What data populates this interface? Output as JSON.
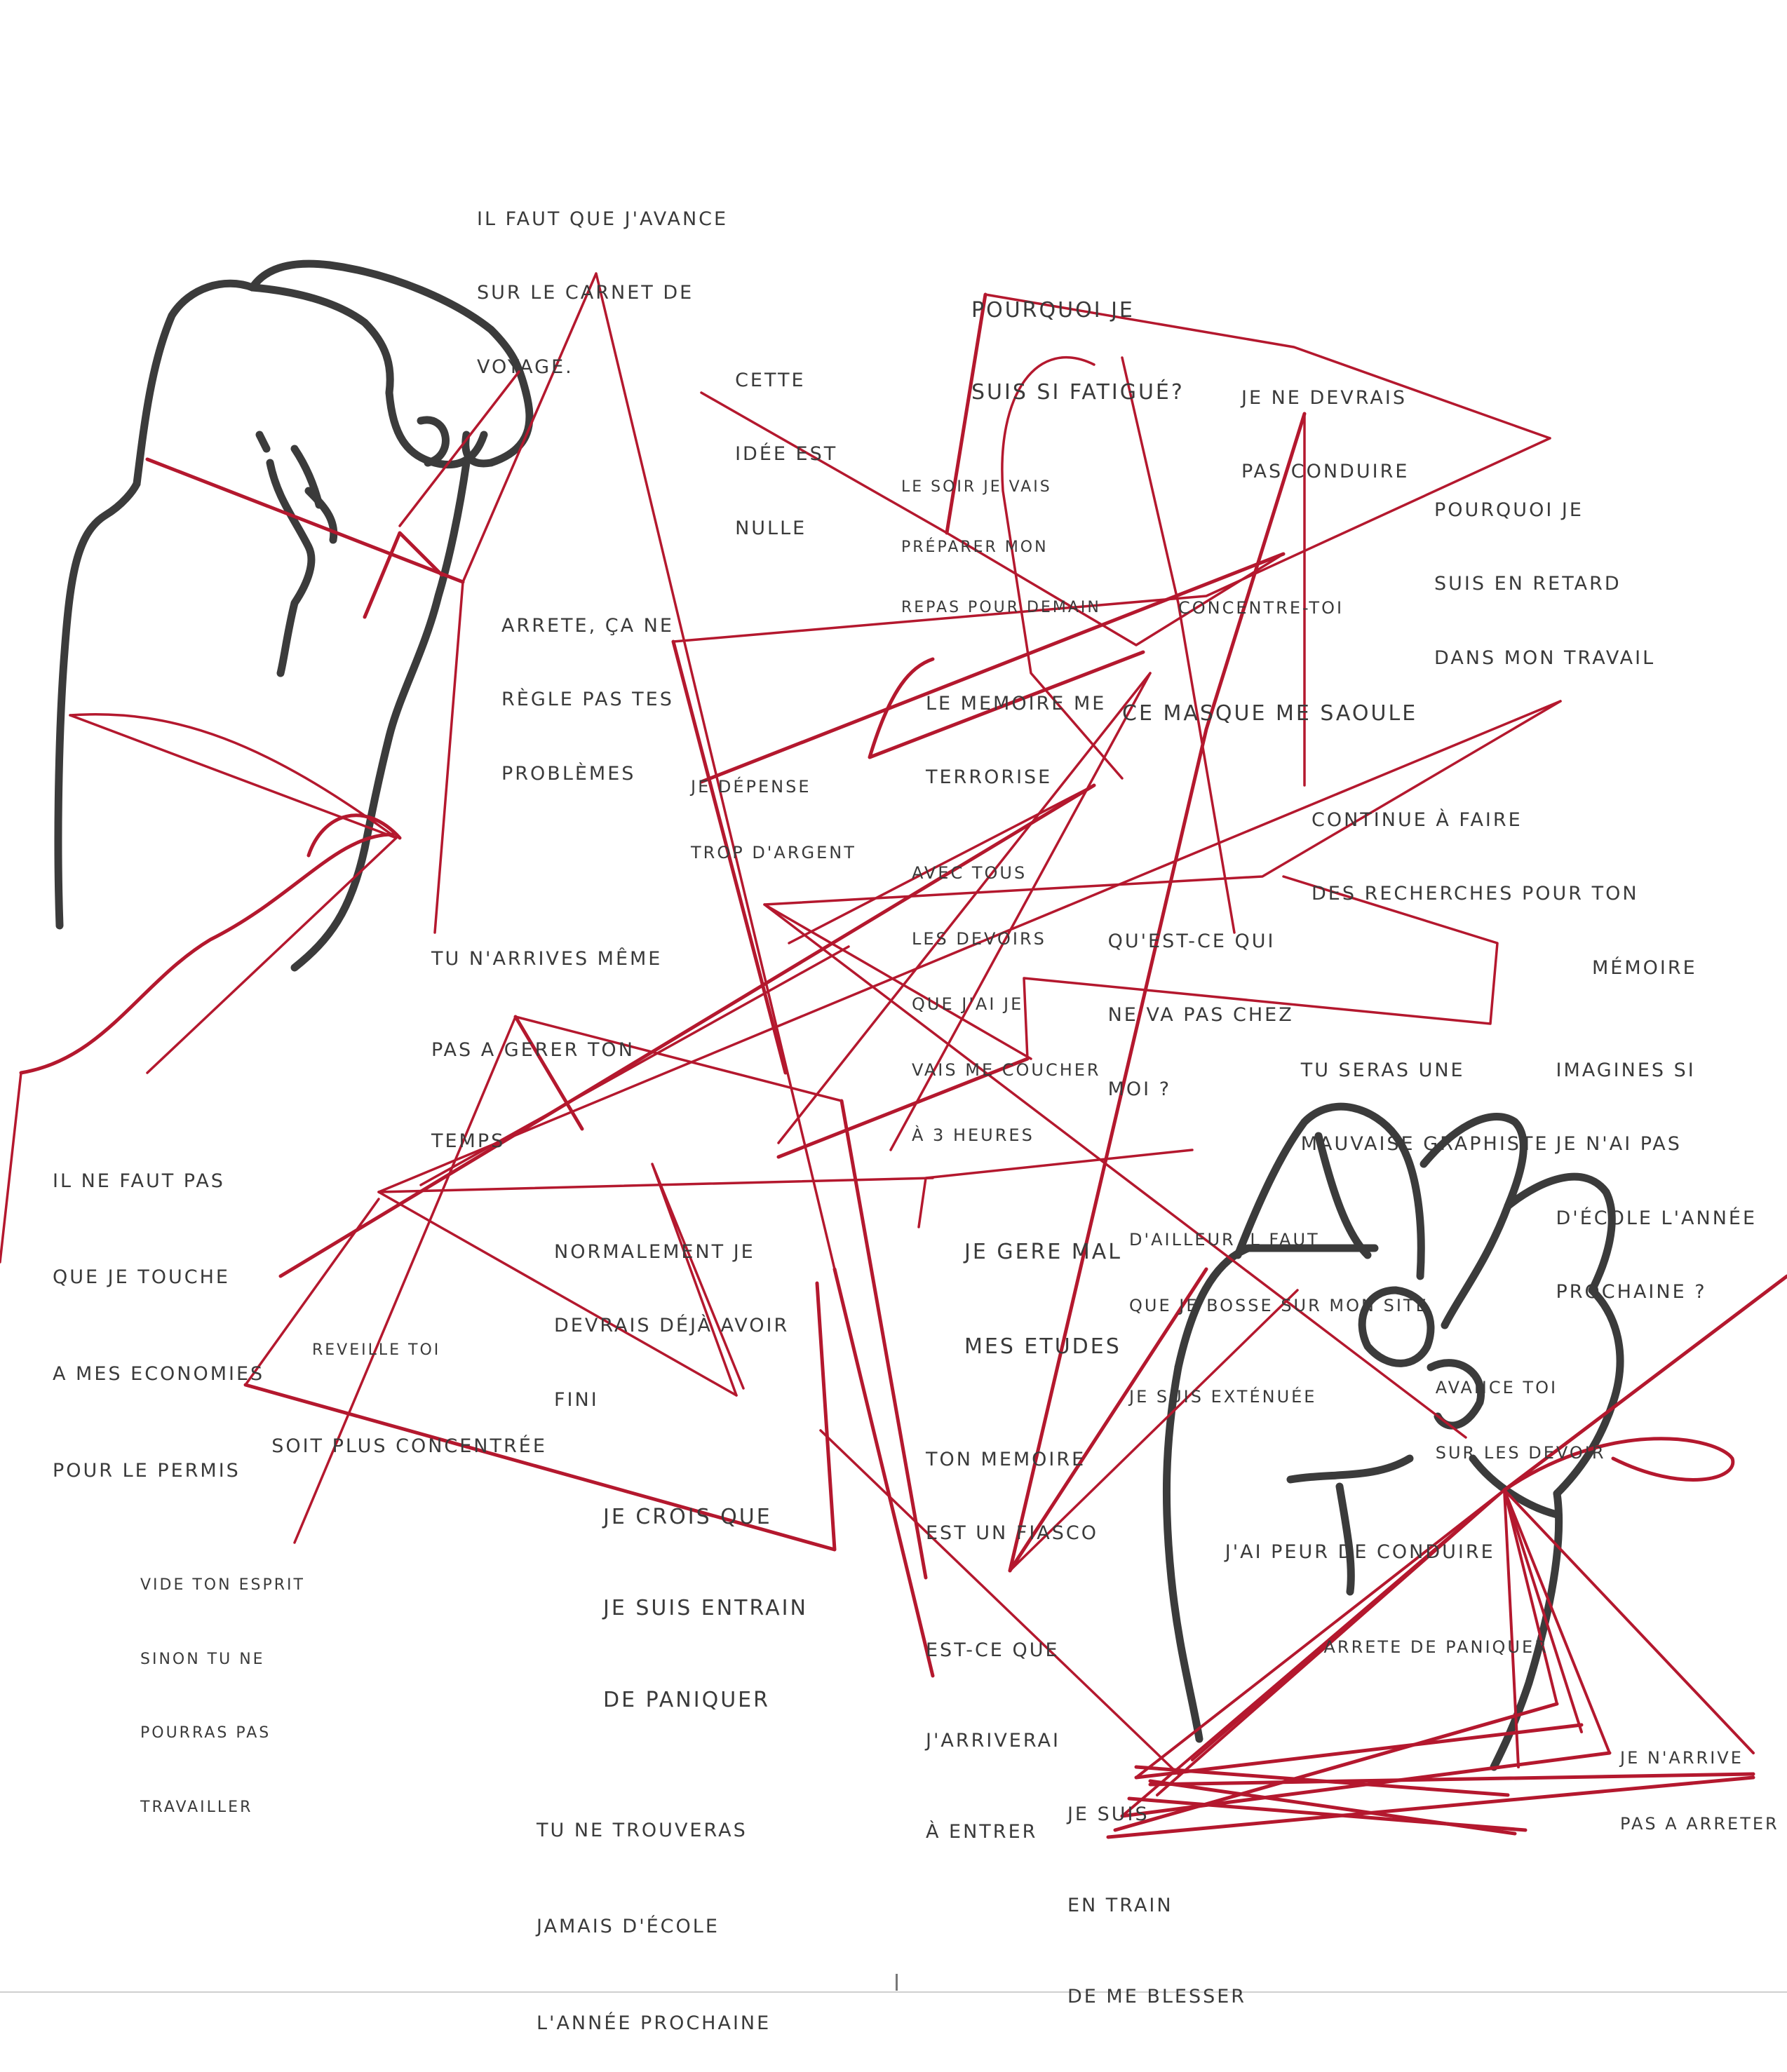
{
  "artwork": {
    "thread_color": "#b4182e",
    "ink_color": "#3a3a3a",
    "paper_color": "#ffffff",
    "icons": [
      "left-fist-drawing",
      "right-fist-drawing",
      "red-thread"
    ]
  },
  "notes": [
    {
      "id": "carnet",
      "lines": [
        "Il faut que j'avance",
        "sur le carnet de",
        "voyage."
      ]
    },
    {
      "id": "fatigue",
      "lines": [
        "Pourquoi je",
        "suis si fatigué?"
      ]
    },
    {
      "id": "idee",
      "lines": [
        "Cette",
        "idée est",
        "nulle"
      ]
    },
    {
      "id": "repas",
      "lines": [
        "Le soir je vais",
        "préparer mon",
        "repas pour demain"
      ]
    },
    {
      "id": "conduire1",
      "lines": [
        "Je ne devrais",
        "pas conduire"
      ]
    },
    {
      "id": "retard",
      "lines": [
        "Pourquoi je",
        "suis en retard",
        "dans mon travail"
      ]
    },
    {
      "id": "memoire-terrorise",
      "lines": [
        "Le memoire me",
        "terrorise"
      ]
    },
    {
      "id": "concentre",
      "lines": [
        "Concentre-toi"
      ]
    },
    {
      "id": "arrete",
      "lines": [
        "Arrete, ça ne",
        "règle pas tes",
        "problèmes"
      ]
    },
    {
      "id": "masque",
      "lines": [
        "Ce masque me saoule"
      ]
    },
    {
      "id": "devoirs",
      "lines": [
        "Avec tous",
        "les devoirs",
        "que j'ai je",
        "vais me coucher",
        "à 3 heures"
      ]
    },
    {
      "id": "depense",
      "lines": [
        "Je dépense",
        "trop d'argent"
      ]
    },
    {
      "id": "recherches",
      "lines": [
        "Continue à faire",
        "des recherches pour ton",
        "mémoire"
      ]
    },
    {
      "id": "peur",
      "lines": [
        "J'ai peur de conduire"
      ]
    },
    {
      "id": "paniquer1",
      "lines": [
        "Arrete de paniquer"
      ]
    },
    {
      "id": "temps",
      "lines": [
        "Tu n'arrives même",
        "pas a gerer ton",
        "temps"
      ]
    },
    {
      "id": "questce",
      "lines": [
        "Qu'est-ce qui",
        "ne va pas chez",
        "moi ?"
      ]
    },
    {
      "id": "graphiste",
      "lines": [
        "Tu seras une",
        "mauvaise graphiste"
      ]
    },
    {
      "id": "imagines",
      "lines": [
        "Imagines si",
        "je n'ai pas",
        "d'école l'année",
        "prochaine ?"
      ]
    },
    {
      "id": "economies",
      "lines": [
        "Il ne faut pas",
        "que je touche",
        "a mes economies",
        "pour le permis"
      ]
    },
    {
      "id": "normalement",
      "lines": [
        "Normalement je",
        "devrais déjà avoir",
        "fini"
      ]
    },
    {
      "id": "etudes",
      "lines": [
        "Je gere mal",
        "mes etudes"
      ]
    },
    {
      "id": "avance",
      "lines": [
        "Avance toi",
        "sur les devoir"
      ]
    },
    {
      "id": "site",
      "lines": [
        "D'ailleur il faut",
        "que je bosse sur mon site"
      ]
    },
    {
      "id": "extenue",
      "lines": [
        "Je suis exténuée"
      ]
    },
    {
      "id": "reveille",
      "lines": [
        "Reveille toi"
      ]
    },
    {
      "id": "crois",
      "lines": [
        "Je crois que",
        "je suis entrain",
        "de paniquer"
      ]
    },
    {
      "id": "soit",
      "lines": [
        "Soit plus concentrée"
      ]
    },
    {
      "id": "fiasco",
      "lines": [
        "Ton memoire",
        "est un fiasco"
      ]
    },
    {
      "id": "esprit",
      "lines": [
        "Vide ton esprit",
        "sinon tu ne",
        "pourras pas",
        "travailler"
      ]
    },
    {
      "id": "trouveras",
      "lines": [
        "Tu ne trouveras",
        "jamais d'école",
        "l'année prochaine"
      ]
    },
    {
      "id": "entrer",
      "lines": [
        "Est-ce que",
        "j'arriverai",
        "à entrer"
      ]
    },
    {
      "id": "blesser",
      "lines": [
        "Je suis",
        "en train",
        "de me blesser"
      ]
    },
    {
      "id": "arreter",
      "lines": [
        "Je n'arrive",
        "pas a arreter"
      ]
    }
  ]
}
